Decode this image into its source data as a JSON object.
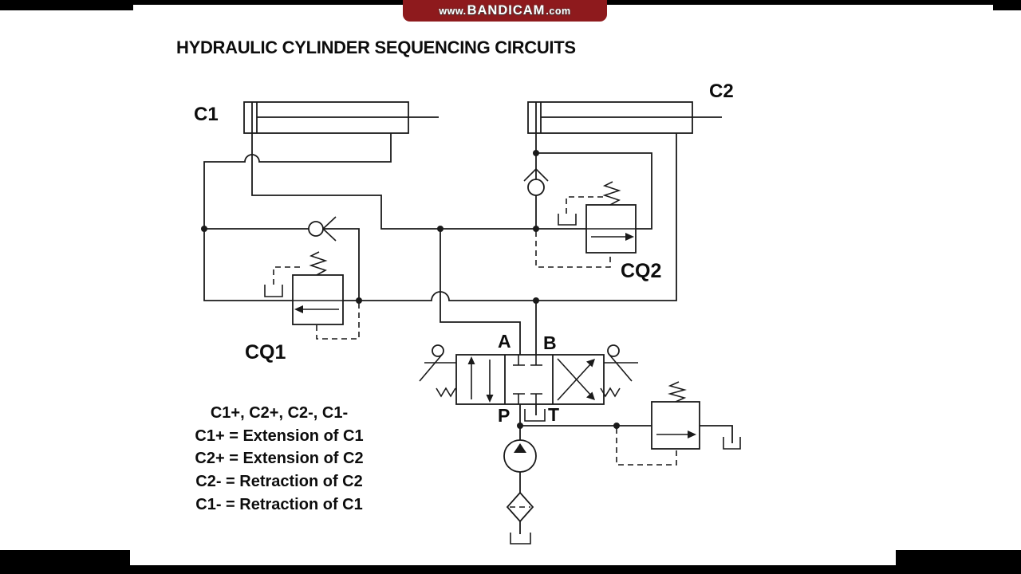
{
  "watermark": {
    "prefix": "www.",
    "brand": "BANDICAM",
    "suffix": ".com"
  },
  "title": "HYDRAULIC CYLINDER SEQUENCING CIRCUITS",
  "diagram": {
    "labels": {
      "c1": "C1",
      "c2": "C2",
      "cq1": "CQ1",
      "cq2": "CQ2",
      "port_a": "A",
      "port_b": "B",
      "port_p": "P",
      "port_t": "T"
    }
  },
  "legend": {
    "lines": [
      "C1+, C2+, C2-, C1-",
      "C1+ = Extension of C1",
      "C2+ = Extension of C2",
      "C2- = Retraction of C2",
      "C1- = Retraction of C1"
    ]
  },
  "colors": {
    "line": "#1a1a1a",
    "watermark_bg": "#8e1a1d",
    "letterbox": "#000000",
    "background": "#ffffff"
  }
}
